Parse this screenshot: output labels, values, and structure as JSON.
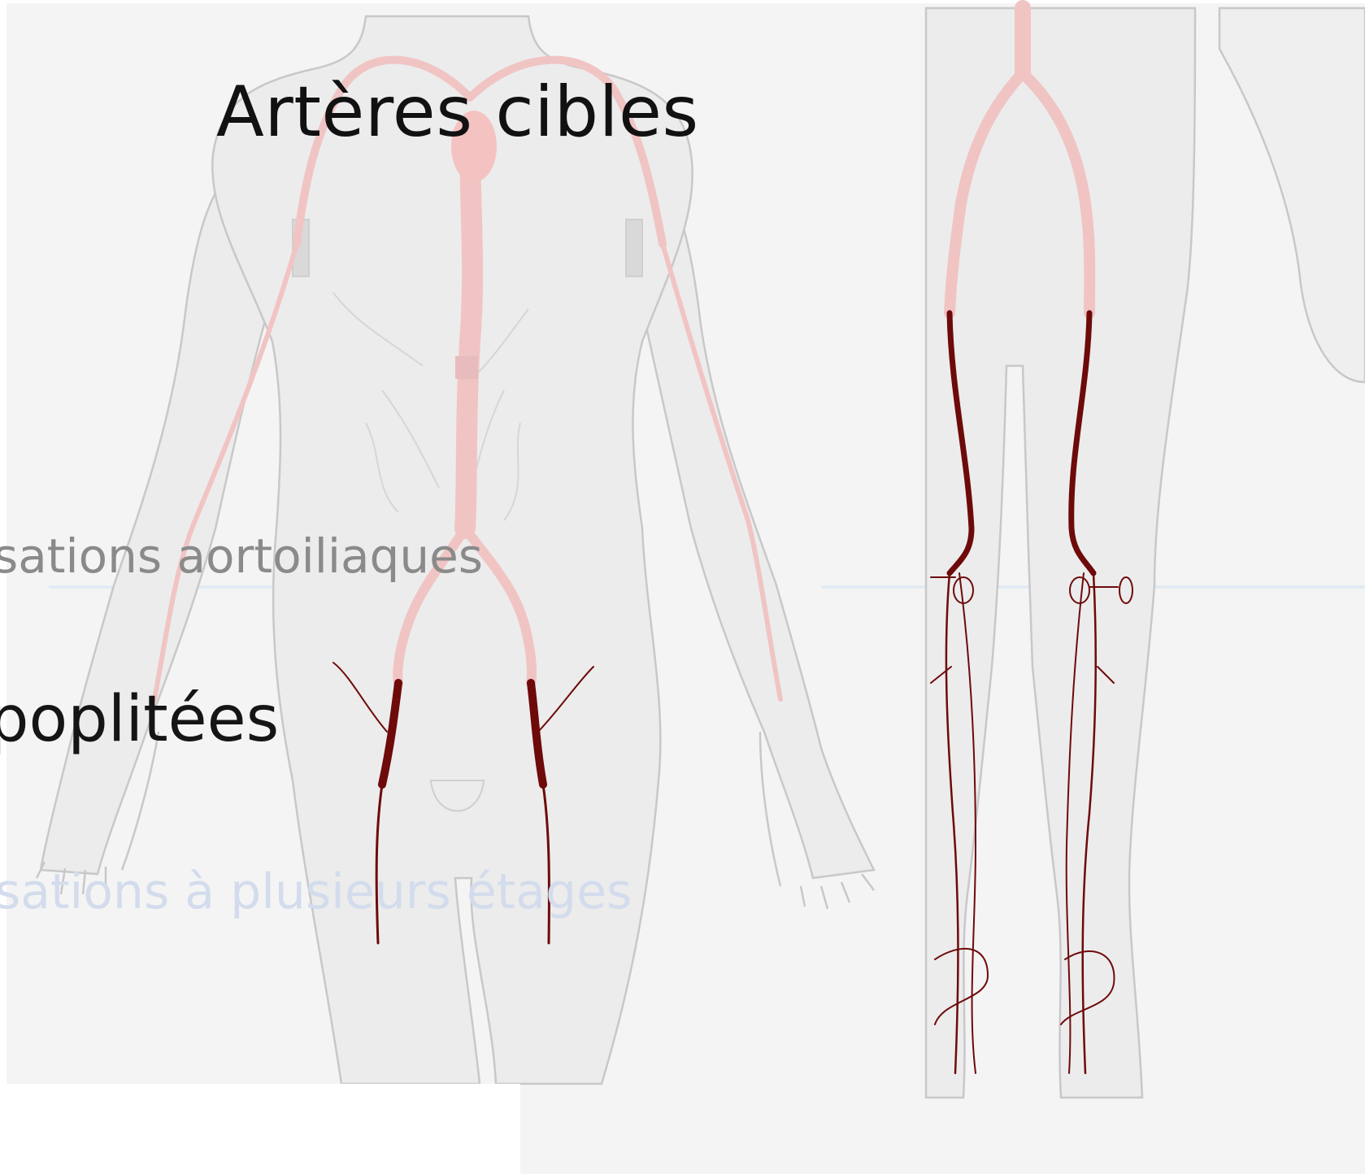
{
  "slide": {
    "title": "Artères cibles",
    "line1": "sations aortoiliaques",
    "line2": "poplitées",
    "line3": "sations  à plusieurs étages"
  },
  "colors": {
    "background": "#f4f4f4",
    "body_fill": "#ececec",
    "body_outline": "#c8c8c8",
    "faded_artery": "#f1c4c4",
    "target_artery": "#6e0a0a",
    "text_dark": "#111111",
    "text_gray": "#8a8a8a",
    "text_faded_blue": "#d3dcec"
  }
}
